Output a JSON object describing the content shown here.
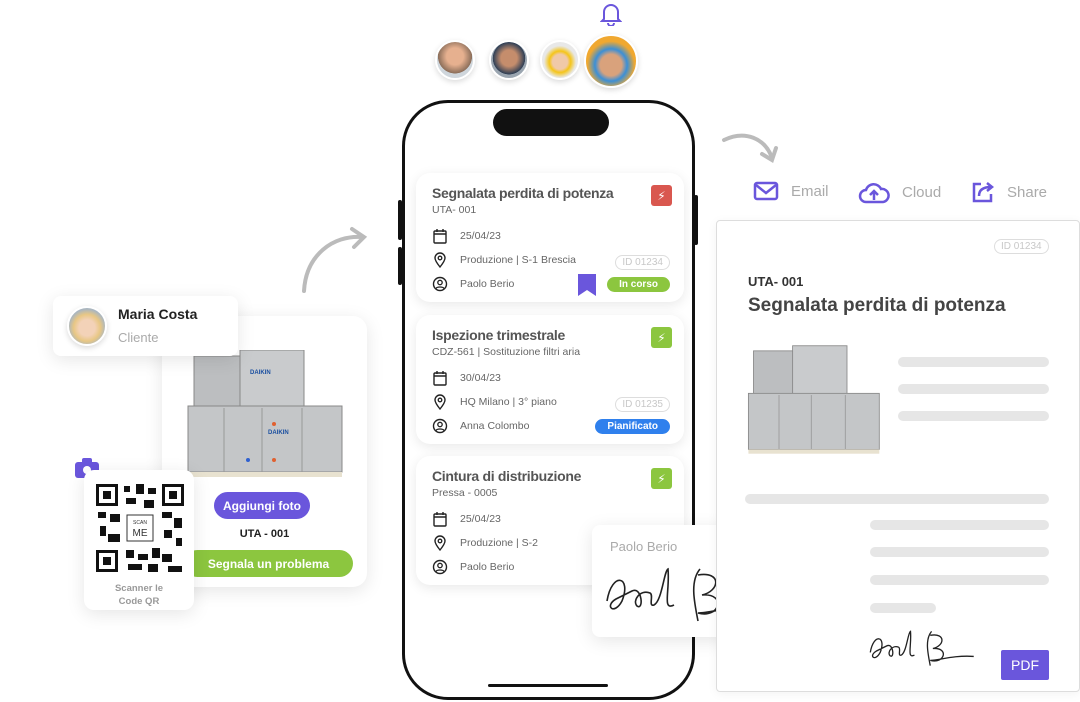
{
  "colors": {
    "accent": "#6a56dc",
    "green": "#8cc63f",
    "red": "#d9574f",
    "blue": "#2f80ed"
  },
  "header": {
    "bell_icon": "bell-icon",
    "avatars": [
      "worker-1",
      "worker-2",
      "worker-3",
      "worker-4"
    ]
  },
  "phone": {
    "tickets": [
      {
        "title": "Segnalata perdita di potenza",
        "subtitle": "UTA- 001",
        "date": "25/04/23",
        "location": "Produzione | S-1 Brescia",
        "person": "Paolo Berio",
        "id": "ID 01234",
        "status": "In corso",
        "status_color": "#8cc63f",
        "flag_color": "#d9574f",
        "bookmarked": true
      },
      {
        "title": "Ispezione trimestrale",
        "subtitle": "CDZ-561 | Sostituzione filtri aria",
        "date": "30/04/23",
        "location": "HQ Milano | 3° piano",
        "person": "Anna Colombo",
        "id": "ID 01235",
        "status": "Pianificato",
        "status_color": "#2f80ed",
        "flag_color": "#8cc63f"
      },
      {
        "title": "Cintura di distribuzione",
        "subtitle": "Pressa - 0005",
        "date": "25/04/23",
        "location": "Produzione | S-2",
        "person": "Paolo Berio",
        "flag_color": "#8cc63f"
      }
    ]
  },
  "client": {
    "name": "Maria Costa",
    "role": "Cliente"
  },
  "asset": {
    "add_photo": "Aggiungi foto",
    "code": "UTA - 001",
    "report": "Segnala un problema",
    "brand": "DAIKIN"
  },
  "qr": {
    "center": "SCAN ME",
    "scan_small": "SCAN",
    "scan_big": "ME",
    "caption_1": "Scanner le",
    "caption_2": "Code QR"
  },
  "signature": {
    "name": "Paolo Berio"
  },
  "export": {
    "email": "Email",
    "cloud": "Cloud",
    "share": "Share"
  },
  "document": {
    "id": "ID 01234",
    "code": "UTA- 001",
    "title": "Segnalata perdita di potenza",
    "pdf": "PDF"
  }
}
